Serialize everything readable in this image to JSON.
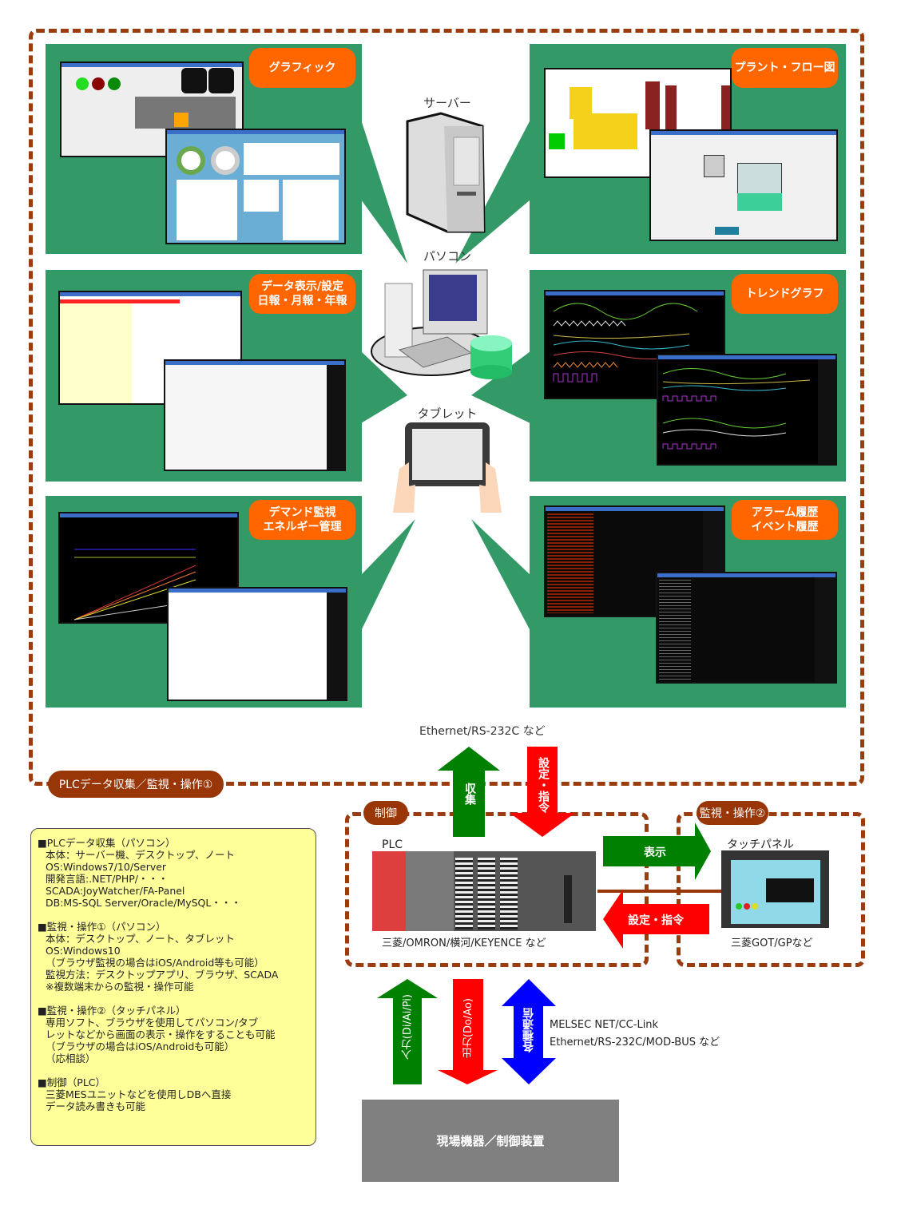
{
  "groups": {
    "plc_collection": "PLCデータ収集／監視・操作①",
    "control": "制御",
    "monitor2": "監視・操作②"
  },
  "panels": [
    {
      "id": "graphic",
      "badge": "グラフィック"
    },
    {
      "id": "plant_flow",
      "badge": "プラント・フロー図"
    },
    {
      "id": "data_display",
      "badge": "データ表示/設定\n日報・月報・年報"
    },
    {
      "id": "trend",
      "badge": "トレンドグラフ"
    },
    {
      "id": "demand",
      "badge": "デマンド監視\nエネルギー管理"
    },
    {
      "id": "alarm",
      "badge": "アラーム履歴\nイベント履歴"
    }
  ],
  "devices": {
    "server": "サーバー",
    "pc": "パソコン",
    "tablet": "タブレット"
  },
  "network_label": "Ethernet/RS-232C など",
  "arrows": {
    "collect": "収集",
    "setting_command_down": "設定・指令",
    "display": "表示",
    "setting_command_left": "設定・指令",
    "input": "入力(Di/Ai/Pi)",
    "output": "出力(Do/Ao)",
    "comm": "各種通信"
  },
  "plc": {
    "label": "PLC",
    "makers": "三菱/OMRON/横河/KEYENCE など"
  },
  "touch_panel": {
    "label": "タッチパネル",
    "makers": "三菱GOT/GPなど"
  },
  "comm_protocols": [
    "MELSEC NET/CC-Link",
    "Ethernet/RS-232C/MOD-BUS など"
  ],
  "field_equipment": "現場機器／制御装置",
  "info": [
    {
      "heading": "■PLCデータ収集（パソコン）",
      "lines": [
        "本体：サーバー機、デスクトップ、ノート",
        "OS:Windows7/10/Server",
        "開発言語:.NET/PHP/・・・",
        "SCADA:JoyWatcher/FA-Panel",
        "DB:MS-SQL Server/Oracle/MySQL・・・"
      ]
    },
    {
      "heading": "■監視・操作①（パソコン）",
      "lines": [
        "本体：デスクトップ、ノート、タブレット",
        "OS:Windows10",
        "（ブラウザ監視の場合はiOS/Android等も可能）",
        "監視方法：デスクトップアプリ、ブラウザ、SCADA",
        "※複数端末からの監視・操作可能"
      ]
    },
    {
      "heading": "■監視・操作②（タッチパネル）",
      "lines": [
        "専用ソフト、ブラウザを使用してパソコン/タブ",
        "レットなどから画面の表示・操作をすることも可能",
        "（ブラウザの場合はiOS/Androidも可能）",
        "（応相談）"
      ]
    },
    {
      "heading": "■制御（PLC）",
      "lines": [
        "三菱MESユニットなどを使用しDBへ直接",
        "データ読み書きも可能"
      ]
    }
  ],
  "colors": {
    "panel_green": "#339966",
    "badge_orange": "#ff6600",
    "group_brown": "#983607",
    "arrow_green": "#008000",
    "arrow_red": "#ff0000",
    "arrow_blue": "#0000ff",
    "info_yellow": "#ffff99",
    "field_gray": "#808080"
  }
}
